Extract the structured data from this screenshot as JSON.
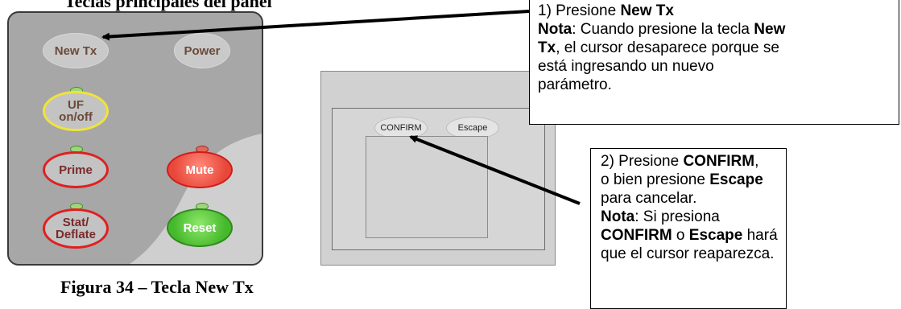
{
  "top_title": "Teclas principales del panel",
  "caption": "Figura 34 – Tecla New Tx",
  "keypad": {
    "new_tx": "New Tx",
    "power": "Power",
    "uf_line1": "UF",
    "uf_line2": "on/off",
    "prime": "Prime",
    "mute": "Mute",
    "stat_line1": "Stat/",
    "stat_line2": "Deflate",
    "reset": "Reset"
  },
  "device": {
    "confirm": "CONFIRM",
    "escape": "Escape"
  },
  "callout1": {
    "l1_pre": "1) Presione ",
    "l1_bold": "New Tx",
    "l2_bold": "Nota",
    "l2_text": ": Cuando presione la tecla ",
    "l2_bold2": "New",
    "l3_bold": "Tx",
    "l3_text": ", el cursor desaparece porque se",
    "l4": "está ingresando un nuevo",
    "l5": "parámetro."
  },
  "callout2": {
    "l1_pre": "2) Presione ",
    "l1_bold": "CONFIRM",
    "l1_post": ",",
    "l2_pre": "o bien presione ",
    "l2_bold": "Escape",
    "l3": "para cancelar.",
    "l4_bold": "Nota",
    "l4_text": ": Si presiona",
    "l5_bold": "CONFIRM",
    "l5_text": " o ",
    "l5_bold2": "Escape",
    "l5_text2": " hará",
    "l6": "que el cursor reaparezca."
  },
  "colors": {
    "panel_bg": "#a7a7a7",
    "yellow_ring": "#f1e33a",
    "red_ring": "#e02020",
    "mute": "#e8483a",
    "reset": "#45b82c"
  }
}
